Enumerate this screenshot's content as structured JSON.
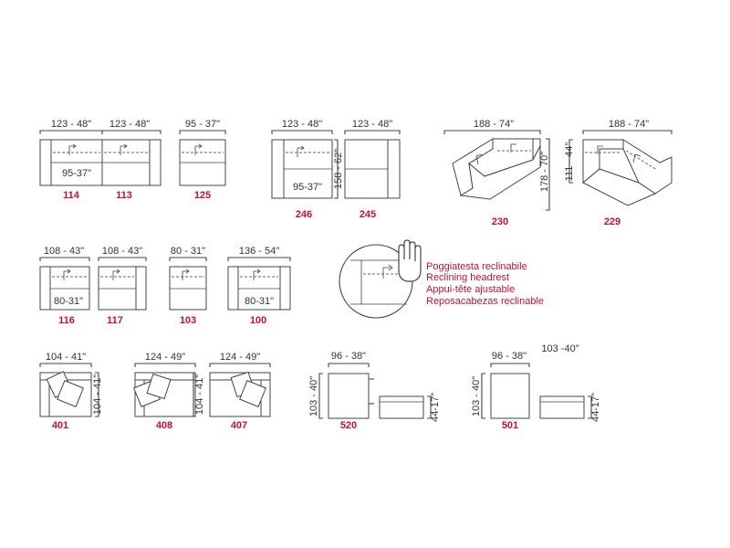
{
  "modules": [
    {
      "code": "114",
      "width": "123 - 48\"",
      "inner": "95-37\""
    },
    {
      "code": "113",
      "width": "123 - 48\""
    },
    {
      "code": "125",
      "width": "95 - 37\""
    },
    {
      "code": "246",
      "width": "123 - 48\"",
      "inner": "95-37\"",
      "depth": "158 - 62\""
    },
    {
      "code": "245",
      "width": "123 - 48\""
    },
    {
      "code": "230",
      "width": "188 - 74\"",
      "depth": "178 - 70\""
    },
    {
      "code": "229",
      "width": "188 - 74\"",
      "depth": "111 - 44\""
    },
    {
      "code": "116",
      "width": "108 - 43\"",
      "inner": "80-31\""
    },
    {
      "code": "117",
      "width": "108 - 43\""
    },
    {
      "code": "103",
      "width": "80 - 31\""
    },
    {
      "code": "100",
      "width": "136 - 54\"",
      "inner": "80-31\""
    },
    {
      "code": "401",
      "width": "104 - 41\"",
      "depth": "104 - 41\""
    },
    {
      "code": "408",
      "width": "124 - 49\"",
      "depth": "104 - 41\""
    },
    {
      "code": "407",
      "width": "124 - 49\""
    },
    {
      "code": "520",
      "width": "96 - 38\"",
      "depth": "103 - 40\"",
      "height": "44-17\""
    },
    {
      "code": "501",
      "width": "96 - 38\"",
      "depth": "103 - 40\"",
      "height": "44-17\"",
      "extra": "103 -40\""
    }
  ],
  "legend": {
    "icon": "hand-icon",
    "lines": [
      "Poggiatesta reclinabile",
      "Reclining headrest",
      "Appui-tête ajustable",
      "Reposacabezas reclinable"
    ]
  },
  "colors": {
    "code": "#c8102e",
    "line": "#444444",
    "text": "#333333"
  }
}
